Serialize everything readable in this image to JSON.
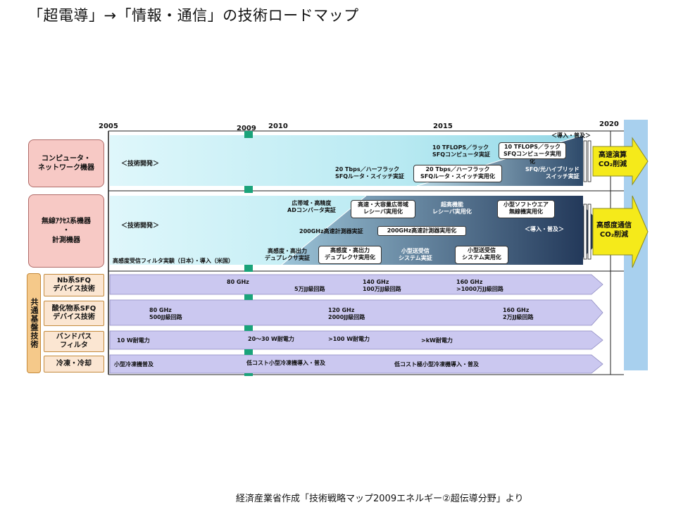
{
  "title": "「超電導」→「情報・通信」の技術ロードマップ",
  "source": "経済産業省作成「技術戦略マップ2009エネルギー②超伝導分野」より",
  "years": [
    "2005",
    "2009",
    "2010",
    "2015",
    "2020"
  ],
  "rows": {
    "computer": {
      "label": "コンピュータ・\nネットワーク機器",
      "dev": "＜技術開発＞",
      "intro": "＜導入・普及＞",
      "m1": "10 TFLOPS／ラック\nSFQコンピュータ実証",
      "m1b": "10 TFLOPS／ラック\nSFQコンピュータ実用化",
      "m2": "20 Tbps／ハーフラック\nSFQルータ・スイッチ実証",
      "m2b": "20 Tbps／ハーフラック\nSFQルータ・スイッチ実用化",
      "m3": "SFQ/光ハイブリッド\nスイッチ実証",
      "goal": "高速演算\nCO₂削減"
    },
    "wireless": {
      "label": "無線ｱｸｾｽ系機器\n・\n計測機器",
      "dev": "＜技術開発＞",
      "intro": "＜導入・普及＞",
      "a1": "広帯域・高精度\nADコンバータ実証",
      "a2": "高速・大容量広帯域\nレシーバ実用化",
      "a3": "超高機能\nレシーバ実用化",
      "a4": "小型ソフトウエア\n無線機実用化",
      "b1": "200GHz高速計測器実証",
      "b2": "200GHz高速計測器実用化",
      "c1": "高感度受信フィルタ実験（日本）・導入（米国）",
      "c2": "高感度・高出力\nデュプレクサ実証",
      "c3": "高感度・高出力\nデュプレクサ実用化",
      "c4": "小型送受信\nシステム実証",
      "c5": "小型送受信\nシステム実用化",
      "goal": "高感度通信\nCO₂削減"
    },
    "common": {
      "label": "共通基盤技術",
      "nb": {
        "label": "Nb系SFQ\nデバイス技術",
        "t1": "80 GHz",
        "t2": "5万JJ級回路",
        "t3": "140 GHz\n100万JJ級回路",
        "t4": "160 GHz\n>1000万JJ級回路"
      },
      "oxide": {
        "label": "酸化物系SFQ\nデバイス技術",
        "t1": "80 GHz\n500JJ級回路",
        "t2": "120 GHz\n2000JJ級回路",
        "t3": "160 GHz\n2万JJ級回路"
      },
      "bandpass": {
        "label": "バンドパス\nフィルタ",
        "t1": "10 W耐電力",
        "t2": "20～30 W耐電力",
        "t3": ">100 W耐電力",
        "t4": ">kW耐電力"
      },
      "cooling": {
        "label": "冷凍・冷却",
        "t1": "小型冷凍機普及",
        "t2": "低コスト小型冷凍機導入・普及",
        "t3": "低コスト極小型冷凍機導入・普及"
      }
    }
  },
  "colors": {
    "cat_pink": "#f7c9c5",
    "common_orange": "#f5c98a",
    "arrow_lavender": "#cbc8f0",
    "goal_yellow": "#f5ea1a",
    "teal": "#1aa37a",
    "future_blue": "#a8d0ee"
  }
}
